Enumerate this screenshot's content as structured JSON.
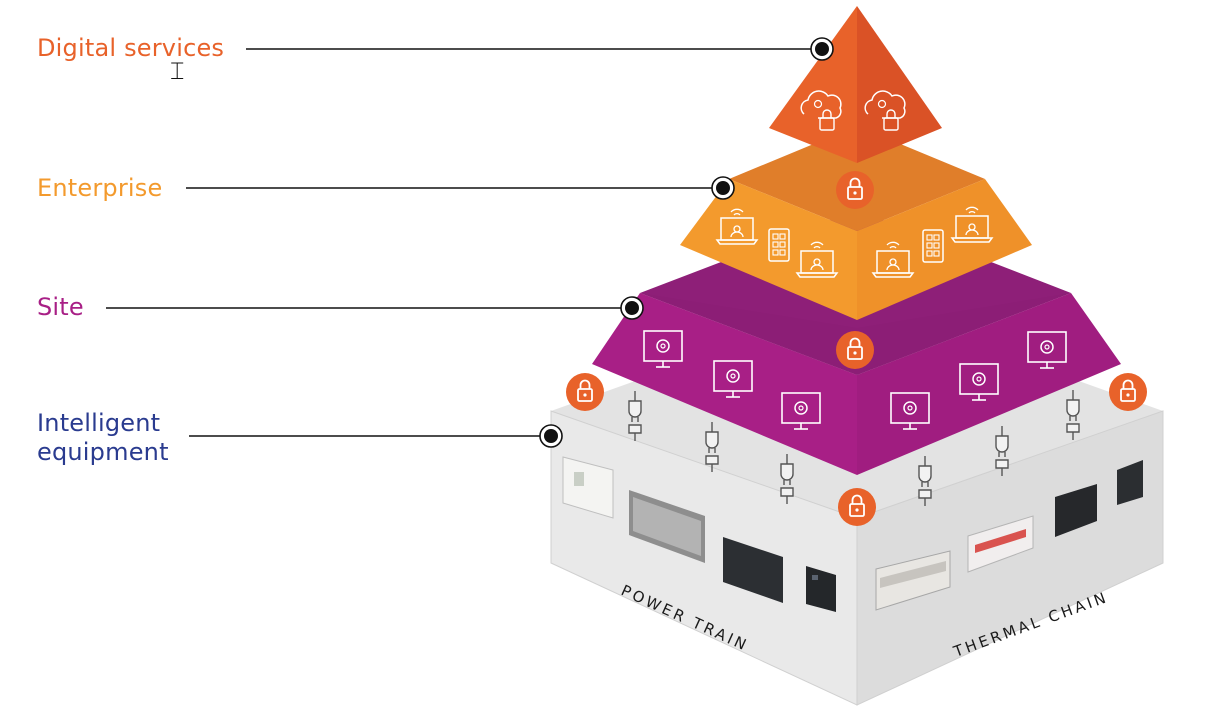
{
  "layers": [
    {
      "id": "digital",
      "label": "Digital services",
      "color": "#e8622a"
    },
    {
      "id": "enterprise",
      "label": "Enterprise",
      "color": "#f39a2d"
    },
    {
      "id": "site",
      "label": "Site",
      "color": "#a81f86"
    },
    {
      "id": "equipment",
      "label": "Intelligent equipment",
      "label_lines": [
        "Intelligent",
        "equipment"
      ],
      "color": "#2a3b8f"
    }
  ],
  "base": {
    "left_face_label": "POWER TRAIN",
    "right_face_label": "THERMAL CHAIN"
  },
  "colors": {
    "leader_line": "#111111",
    "lock_badge": "#e8622a",
    "base_top": "#e3e3e3",
    "base_left": "#e9e9e9",
    "base_right": "#dcdcdc"
  },
  "icons": [
    "cloud-gear-lock-icon",
    "laptop-wifi-user-icon",
    "tablet-grid-icon",
    "monitor-gear-icon",
    "plug-connector-icon",
    "padlock-icon",
    "text-cursor-icon"
  ]
}
